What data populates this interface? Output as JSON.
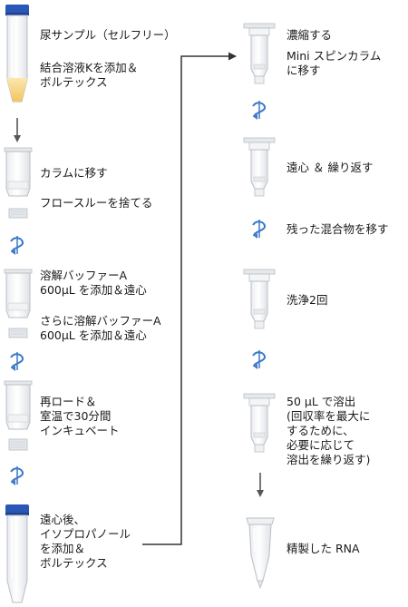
{
  "colors": {
    "tube_cap": "#2a56b8",
    "sample_fill": "#f5d27a",
    "spin_icon": "#3b78c9",
    "arrow": "#555555",
    "connector": "#333333",
    "tube_outline": "#b9bec4"
  },
  "left_column": {
    "step1": {
      "line1": "尿サンプル（セルフリー）",
      "line2": "結合溶液Kを添加＆",
      "line3": "ボルテックス"
    },
    "step2": {
      "line1": "カラムに移す",
      "line2": "フロースルーを捨てる"
    },
    "step3": {
      "line1": "溶解バッファーA",
      "line2": "600µL を添加＆遠心",
      "line3": "さらに溶解バッファーA",
      "line4": "600µL を添加＆遠心"
    },
    "step4": {
      "line1": "再ロード＆",
      "line2": "室温で30分間",
      "line3": "インキュベート"
    },
    "step5": {
      "line1": "遠心後、",
      "line2": "イソプロパノール",
      "line3": "を添加＆",
      "line4": "ボルテックス"
    }
  },
  "right_column": {
    "step6": {
      "line1": "濃縮する",
      "line2": "Mini スピンカラム",
      "line3": "に移す"
    },
    "step7": {
      "line1": "遠心 ＆ 繰り返す"
    },
    "step8": {
      "line1": "残った混合物を移す"
    },
    "step9": {
      "line1": "洗浄2回"
    },
    "step10": {
      "line1": "50 µL で溶出",
      "line2": "(回収率を最大に",
      "line3": "するために、",
      "line4": "必要に応じて",
      "line5": "溶出を繰り返す)"
    },
    "step11": {
      "line1": "精製した RNA"
    }
  }
}
